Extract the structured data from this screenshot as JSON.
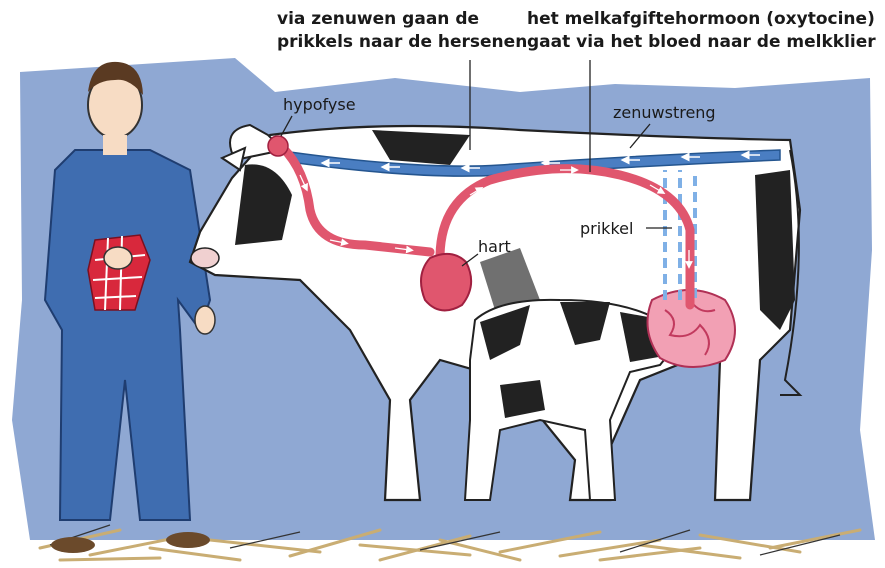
{
  "captions": {
    "nerves_line1": "via zenuwen gaan de",
    "nerves_line2": "prikkels naar de hersenen",
    "hormone_line1": "het melkafgiftehormoon (oxytocine)",
    "hormone_line2": "gaat via het bloed naar de melkklier"
  },
  "labels": {
    "hypofyse": "hypofyse",
    "zenuwstreng": "zenuwstreng",
    "hart": "hart",
    "prikkel": "prikkel"
  },
  "colors": {
    "background_blue": "#8fa8d3",
    "nerve_blue": "#4a7ec2",
    "blood_red": "#e0566e",
    "udder_pink": "#f2a0b4",
    "overall_blue": "#3f6db0",
    "straw": "#c9ad73"
  },
  "icons": [
    "farmer-figure",
    "cow-figure",
    "calf-figure",
    "udder-figure",
    "heart-figure",
    "straw-ground"
  ]
}
